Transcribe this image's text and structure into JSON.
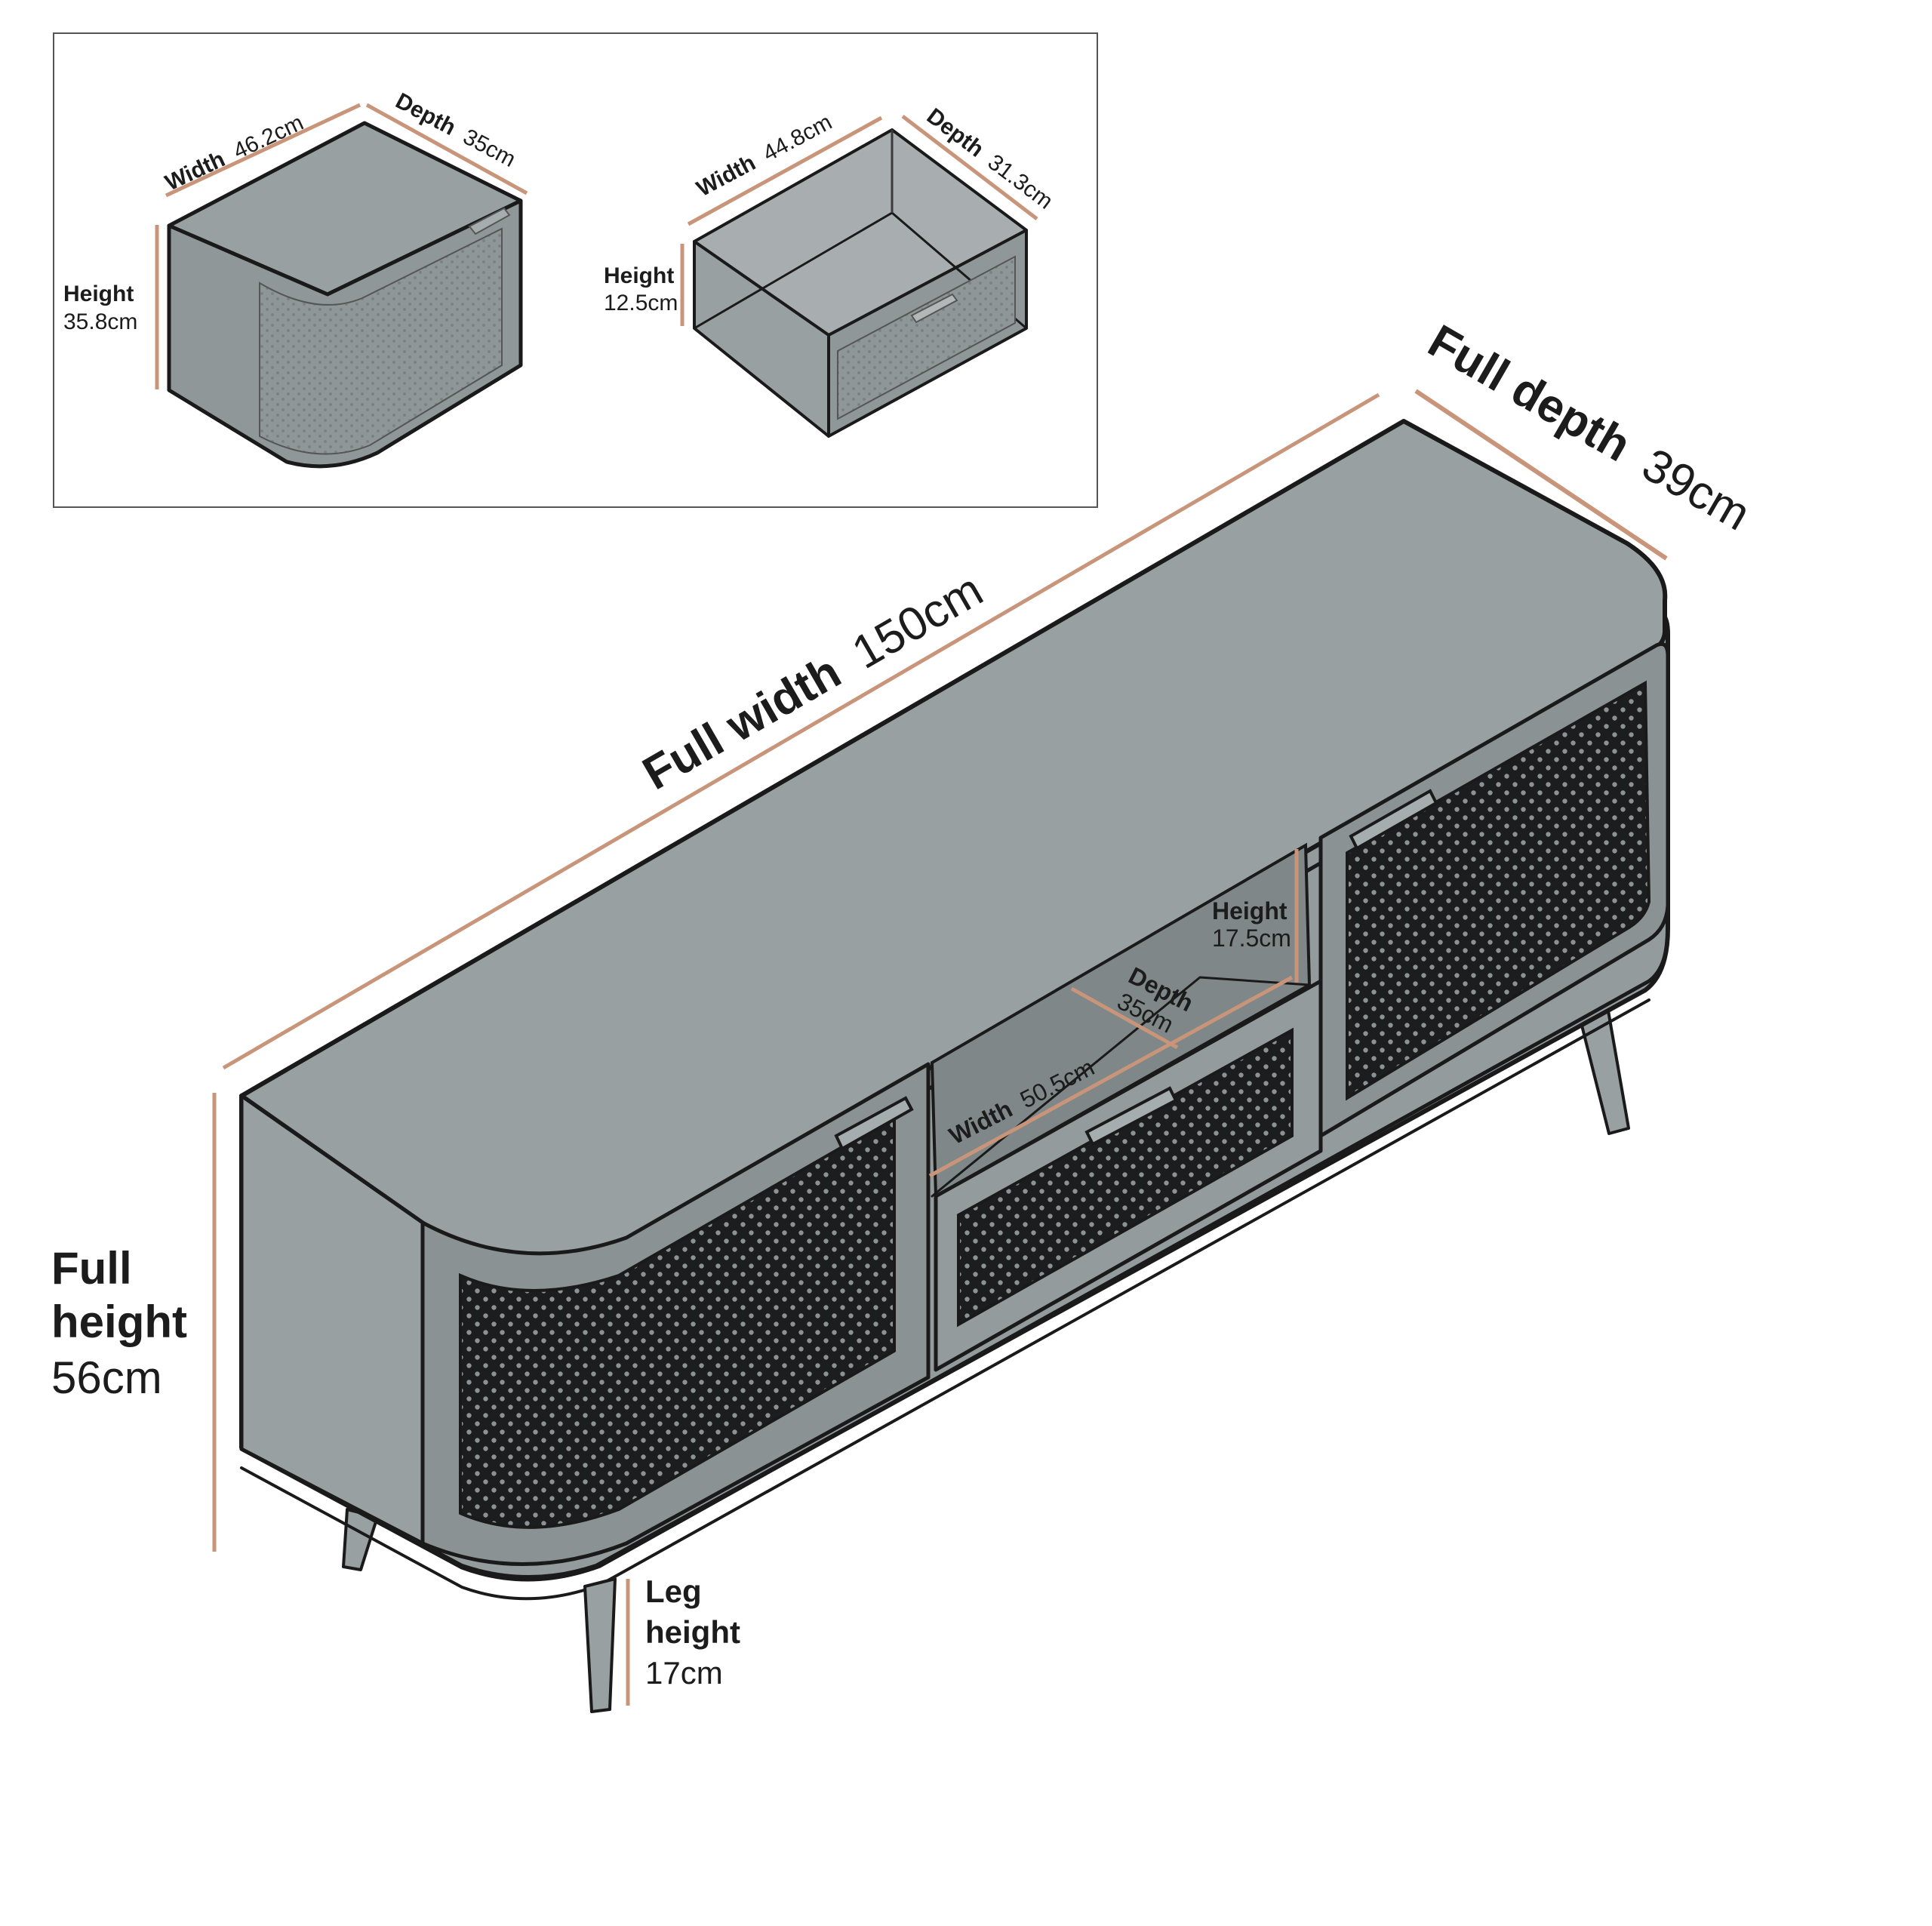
{
  "colors": {
    "body": "#98a0a1",
    "outline": "#1a1a1a",
    "dimension_line": "#c8957a",
    "mesh_dark": "#1b1d1e",
    "mesh_dot": "#8c9293",
    "inset_border": "#555555",
    "text": "#1c1c1c"
  },
  "inset": {
    "cabinet": {
      "width_label": "Width",
      "width_value": "46.2cm",
      "depth_label": "Depth",
      "depth_value": "35cm",
      "height_label": "Height",
      "height_value": "35.8cm"
    },
    "drawer": {
      "width_label": "Width",
      "width_value": "44.8cm",
      "depth_label": "Depth",
      "depth_value": "31.3cm",
      "height_label": "Height",
      "height_value": "12.5cm"
    }
  },
  "main": {
    "full_width_label": "Full width",
    "full_width_value": "150cm",
    "full_depth_label": "Full depth",
    "full_depth_value": "39cm",
    "full_height_line1": "Full",
    "full_height_line2": "height",
    "full_height_value": "56cm",
    "leg_height_line1": "Leg",
    "leg_height_line2": "height",
    "leg_height_value": "17cm",
    "shelf_height_label": "Height",
    "shelf_height_value": "17.5cm",
    "shelf_depth_label": "Depth",
    "shelf_depth_value": "35cm",
    "shelf_width_label": "Width",
    "shelf_width_value": "50.5cm"
  }
}
